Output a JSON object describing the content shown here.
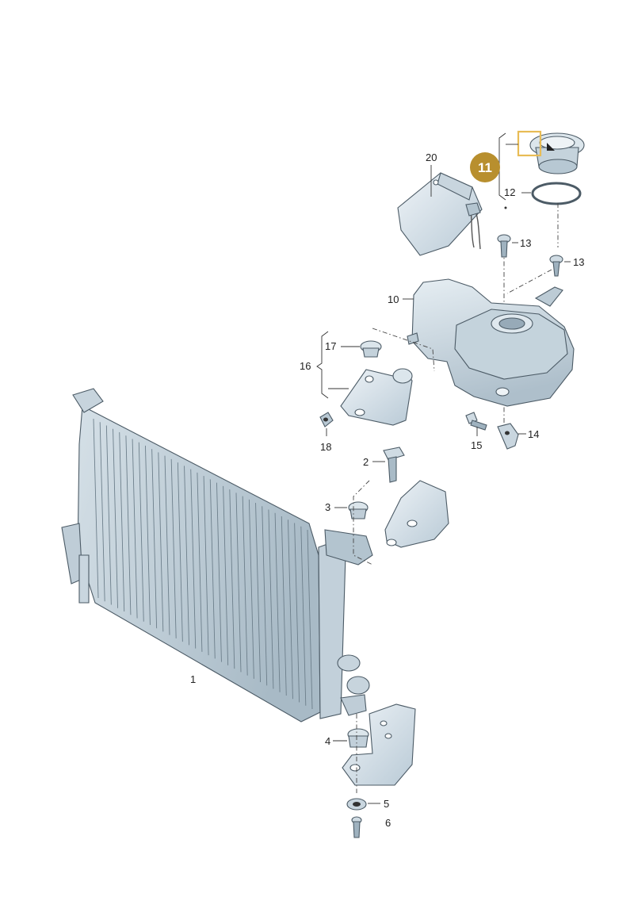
{
  "diagram": {
    "highlight": {
      "number": "11",
      "color": "#b88f2e",
      "box_color": "#e8bc55"
    },
    "labels": {
      "p1": "1",
      "p2": "2",
      "p3": "3",
      "p4": "4",
      "p5": "5",
      "p6": "6",
      "p10": "10",
      "p12": "12",
      "p13a": "13",
      "p13b": "13",
      "p14": "14",
      "p15": "15",
      "p16": "16",
      "p17": "17",
      "p18": "18",
      "p20": "20"
    },
    "colors": {
      "part_fill": "#dfe8ee",
      "part_shade": "#b8c8d3",
      "line": "#333333"
    }
  }
}
